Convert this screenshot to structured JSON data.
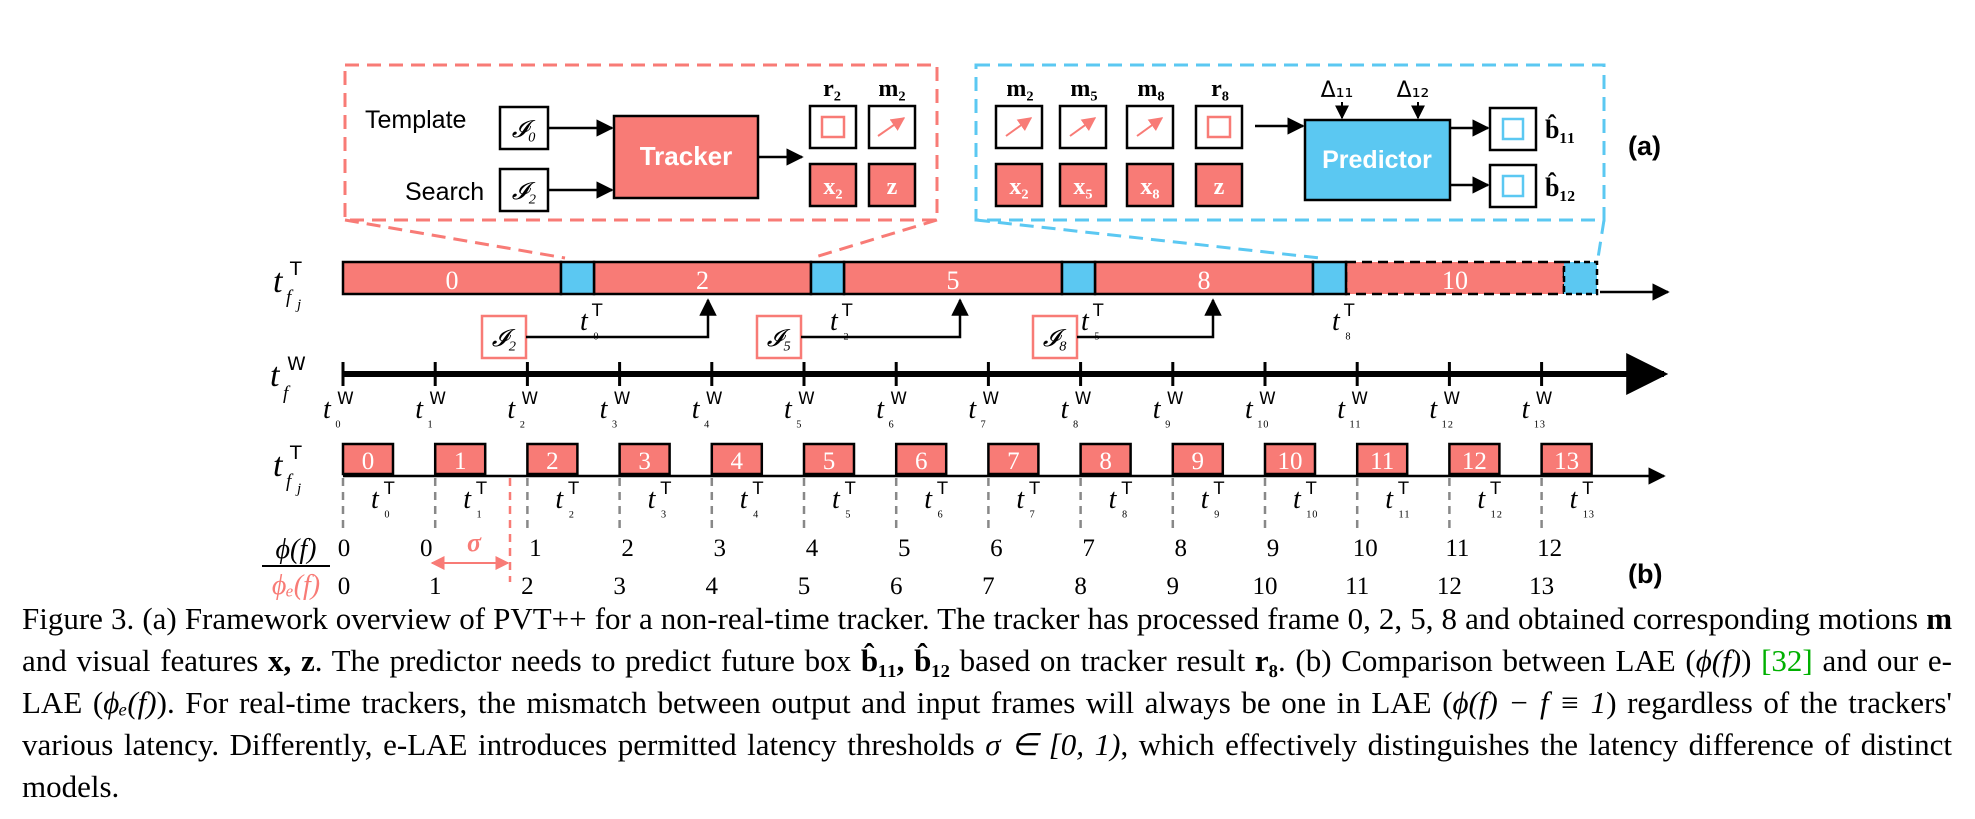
{
  "panel_a": {
    "label": "(a)",
    "template_label": "Template",
    "search_label": "Search",
    "template_input": "𝓘₀",
    "search_input": "𝓘₂",
    "tracker_label": "Tracker",
    "tracker_outputs": [
      "r₂",
      "m₂",
      "x₂",
      "z"
    ],
    "predictor_inputs_top": [
      "m₂",
      "m₅",
      "m₈",
      "r₈"
    ],
    "predictor_inputs_bottom": [
      "x₂",
      "x₅",
      "x₈",
      "z"
    ],
    "deltas": [
      "Δ₁₁",
      "Δ₁₂"
    ],
    "predictor_label": "Predictor",
    "predictions": [
      "b̂₁₁",
      "b̂₁₂"
    ],
    "colors": {
      "tracker": "#f87b76",
      "predictor": "#5bc8f2",
      "axis": "#000000"
    }
  },
  "panel_b": {
    "label": "(b)",
    "nonrealtime_axis_label": "t",
    "nonrealtime_segments": [
      "0",
      "2",
      "5",
      "8",
      "10"
    ],
    "nonrealtime_markers": [
      "t₀",
      "t₂",
      "t₅",
      "t₈"
    ],
    "nonrealtime_inputs": [
      "𝓘₂",
      "𝓘₅",
      "𝓘₈"
    ],
    "world_axis_label": "t",
    "world_ticks": [
      "t₀",
      "t₁",
      "t₂",
      "t₃",
      "t₄",
      "t₅",
      "t₆",
      "t₇",
      "t₈",
      "t₉",
      "t₁₀",
      "t₁₁",
      "t₁₂",
      "t₁₃"
    ],
    "realtime_axis_label": "t",
    "realtime_frames": [
      "0",
      "1",
      "2",
      "3",
      "4",
      "5",
      "6",
      "7",
      "8",
      "9",
      "10",
      "11",
      "12",
      "13"
    ],
    "realtime_ticks": [
      "t₀",
      "t₁",
      "t₂",
      "t₃",
      "t₄",
      "t₅",
      "t₆",
      "t₇",
      "t₈",
      "t₉",
      "t₁₀",
      "t₁₁",
      "t₁₂",
      "t₁₃"
    ],
    "phi_label": "ϕ(f)",
    "phi_values": [
      "0",
      "0",
      "1",
      "2",
      "3",
      "4",
      "5",
      "6",
      "7",
      "8",
      "9",
      "10",
      "11",
      "12"
    ],
    "phi_e_label": "ϕₑ(f)",
    "phi_e_values": [
      "0",
      "1",
      "2",
      "3",
      "4",
      "5",
      "6",
      "7",
      "8",
      "9",
      "10",
      "11",
      "12",
      "13"
    ],
    "sigma_label": "σ"
  },
  "caption": {
    "prefix": "Figure 3.",
    "part1": " (a) Framework overview of PVT++ for a non-real-time tracker. The tracker has processed frame 0, 2, 5, 8 and obtained corresponding motions ",
    "m": "m",
    "part2": " and visual features ",
    "xz": "x, z",
    "part3": ". The predictor needs to predict future box ",
    "b": "b̂₁₁, b̂₁₂",
    "part4": " based on tracker result ",
    "r": "r₈",
    "part5": ". (b) Comparison between LAE (",
    "phi": "ϕ(f)",
    "part6": ") ",
    "ref": "[32]",
    "part7": " and our e-LAE (",
    "phie": "ϕₑ(f)",
    "part8": "). For real-time trackers, the mismatch between output and input frames will always be one in LAE (",
    "eq": "ϕ(f) − f ≡ 1",
    "part9": ") regardless of the trackers' various latency. Differently, e-LAE introduces permitted latency thresholds ",
    "sig": "σ ∈ [0, 1)",
    "part10": ", which effectively distinguishes the latency difference of distinct models."
  }
}
